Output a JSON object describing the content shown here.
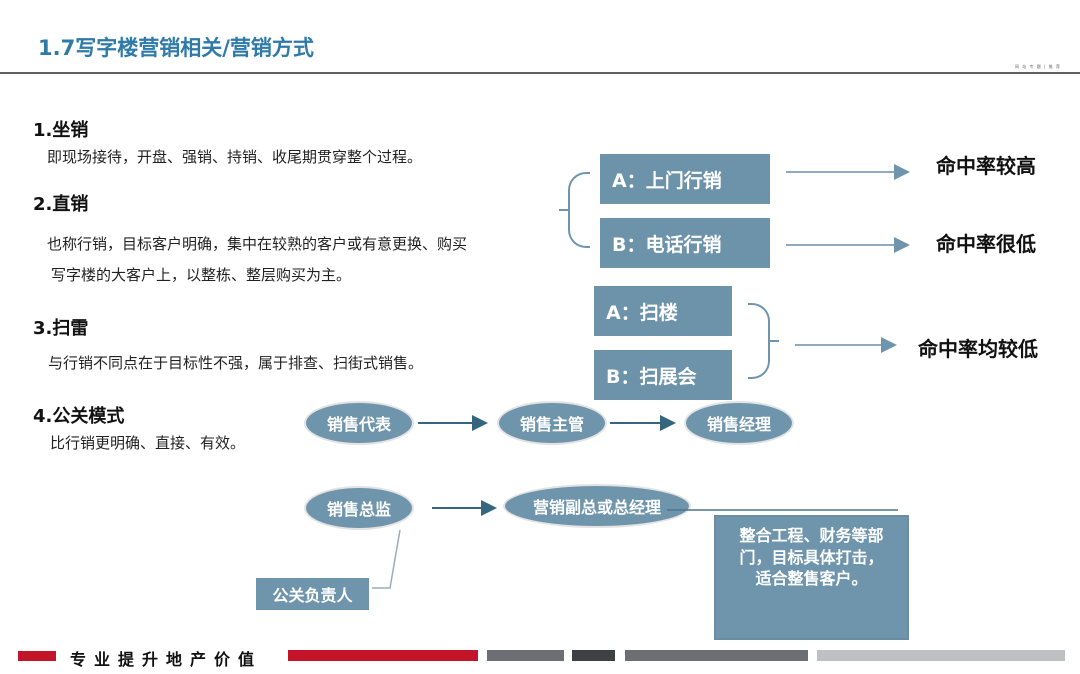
{
  "header": {
    "title": "1.7写字楼营销相关/营销方式",
    "small_text": "网 站 专 题 | 推 荐"
  },
  "methods": [
    {
      "heading": "1.坐销",
      "lines": [
        "即现场接待，开盘、强销、持销、收尾期贯穿整个过程。"
      ]
    },
    {
      "heading": "2.直销",
      "lines": [
        "也称行销，目标客户明确，集中在较熟的客户或有意更换、购买",
        "写字楼的大客户上，以整栋、整层购买为主。"
      ]
    },
    {
      "heading": "3.扫雷",
      "lines": [
        "与行销不同点在于目标性不强，属于排查、扫街式销售。"
      ]
    },
    {
      "heading": "4.公关模式",
      "lines": [
        "比行销更明确、直接、有效。"
      ]
    }
  ],
  "direct_sales": {
    "option_a": "A：上门行销",
    "option_b": "B：电话行销",
    "result_a": "命中率较高",
    "result_b": "命中率很低"
  },
  "mine_sweeping": {
    "option_a": "A：扫楼",
    "option_b": "B：扫展会",
    "result": "命中率均较低"
  },
  "pr_flow": {
    "row1": [
      "销售代表",
      "销售主管",
      "销售经理"
    ],
    "row2": [
      "销售总监",
      "营销副总或总经理"
    ],
    "responsible": "公关负责人",
    "note_lines": [
      "整合工程、财务等部",
      "门，目标具体打击，",
      "适合整售客户。"
    ]
  },
  "footer": {
    "slogan": "专业提升地产价值"
  },
  "colors": {
    "accent": "#2e7aa8",
    "box": "#6d93aa",
    "red": "#c3142a",
    "gray": "#6c6f74"
  }
}
